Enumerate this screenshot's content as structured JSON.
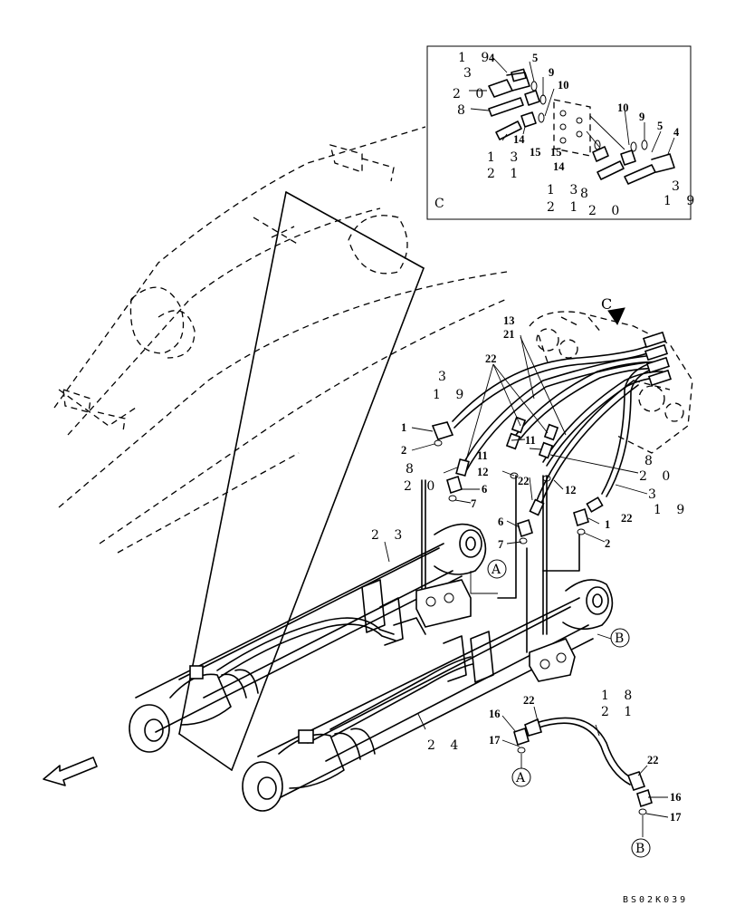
{
  "inset": {
    "view_letter": "C",
    "labels_left": [
      "1 9",
      "3",
      "2 0",
      "8",
      "1 3",
      "2 1"
    ],
    "labels_left_bold": [
      "4",
      "5",
      "9",
      "10",
      "14",
      "15"
    ],
    "labels_right_bold": [
      "10",
      "9",
      "5",
      "4",
      "15",
      "14"
    ],
    "labels_right": [
      "1 3",
      "2 1",
      "8",
      "2 0",
      "3",
      "1 9"
    ]
  },
  "main": {
    "view_arrow_label": "C",
    "labels_top": [
      "13",
      "21",
      "22"
    ],
    "labels_left_hose": [
      "3",
      "1 9"
    ],
    "labels_fittings_left": [
      "1",
      "2",
      "8",
      "2 0",
      "11",
      "12",
      "6",
      "7",
      "22",
      "6",
      "7"
    ],
    "labels_fittings_right": [
      "11",
      "8",
      "2 0",
      "12",
      "3",
      "22",
      "1 9",
      "1",
      "2"
    ],
    "cylinders": [
      "2 3",
      "2 4"
    ],
    "connection_markers": [
      "A",
      "B",
      "A",
      "B"
    ],
    "lower_hose_labels": [
      "1 8",
      "2 1",
      "22",
      "16",
      "17",
      "22",
      "16",
      "17"
    ]
  },
  "drawing_code": "BS02K039"
}
